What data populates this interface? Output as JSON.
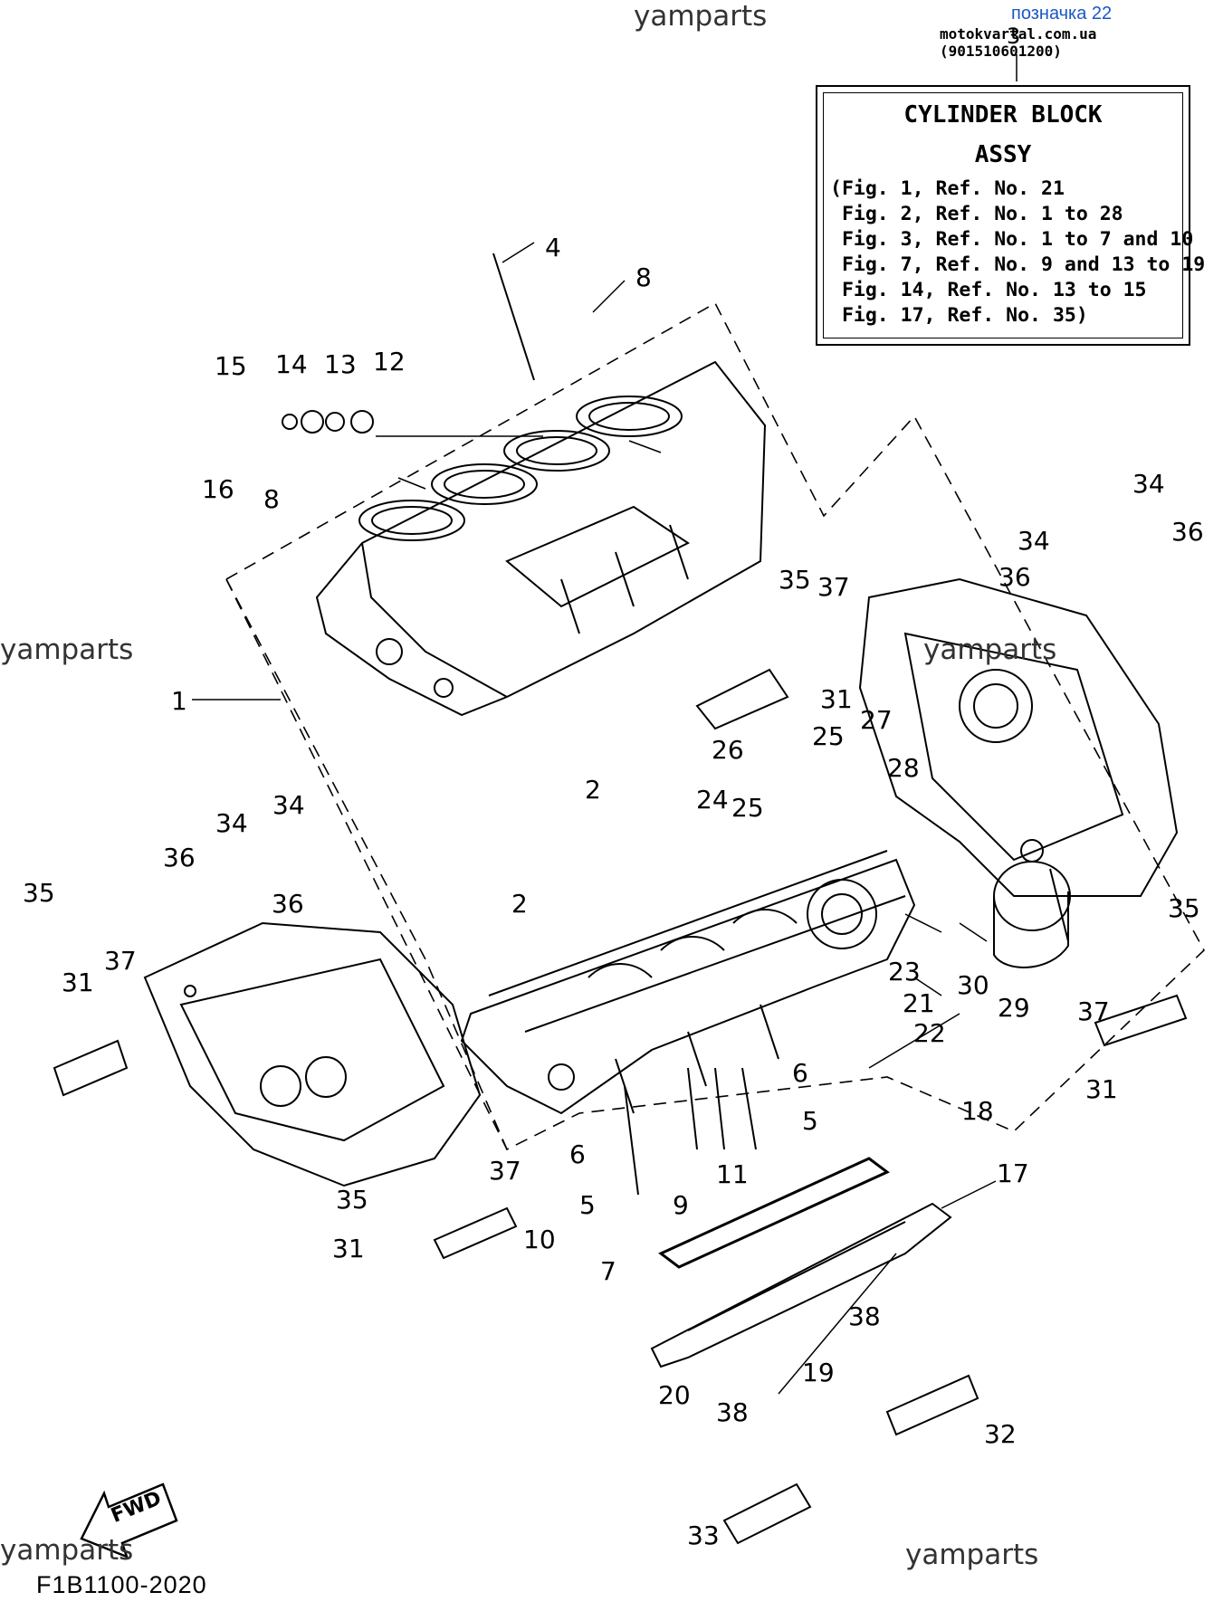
{
  "header": {
    "badge": "позначка 22",
    "shop": "motokvartal.com.ua (901510601200)"
  },
  "watermarks": [
    "yamparts",
    "yamparts",
    "yamparts",
    "yamparts",
    "yamparts"
  ],
  "ref_box": {
    "title_1": "CYLINDER BLOCK",
    "title_2": "ASSY",
    "lines": [
      "(Fig. 1, Ref. No. 21",
      " Fig. 2, Ref. No. 1 to 28",
      " Fig. 3, Ref. No. 1 to 7 and 10",
      " Fig. 7, Ref. No. 9 and 13 to 19",
      " Fig. 14, Ref. No. 13 to 15",
      " Fig. 17, Ref. No. 35)"
    ],
    "pointer": "3"
  },
  "callouts": [
    "4",
    "8",
    "15",
    "14",
    "13",
    "12",
    "16",
    "8",
    "1",
    "35",
    "37",
    "31",
    "26",
    "25",
    "27",
    "24",
    "28",
    "25",
    "2",
    "2",
    "34",
    "36",
    "34",
    "36",
    "34",
    "36",
    "34",
    "36",
    "35",
    "37",
    "31",
    "35",
    "37",
    "31",
    "23",
    "21",
    "22",
    "30",
    "29",
    "35",
    "37",
    "31",
    "6",
    "5",
    "11",
    "9",
    "6",
    "5",
    "10",
    "7",
    "18",
    "17",
    "38",
    "19",
    "20",
    "32",
    "38",
    "33"
  ],
  "fwd_label": "FWD",
  "figure_code": "F1B1100-2020",
  "colors": {
    "ink": "#000000",
    "badge": "#1a56c8",
    "watermark": "#333333"
  }
}
